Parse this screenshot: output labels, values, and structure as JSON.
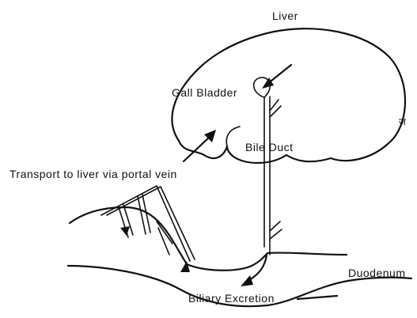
{
  "labels": {
    "liver": "Liver",
    "gall_bladder": "Gall Bladder",
    "bile_duct": "Bile Duct",
    "transport": "Transport to liver via portal vein",
    "duodenum": "Duodenum",
    "biliary_excretion": "Biliary Excretion",
    "signature": "ज"
  },
  "colors": {
    "ink": "#111111",
    "background": "#ffffff"
  }
}
